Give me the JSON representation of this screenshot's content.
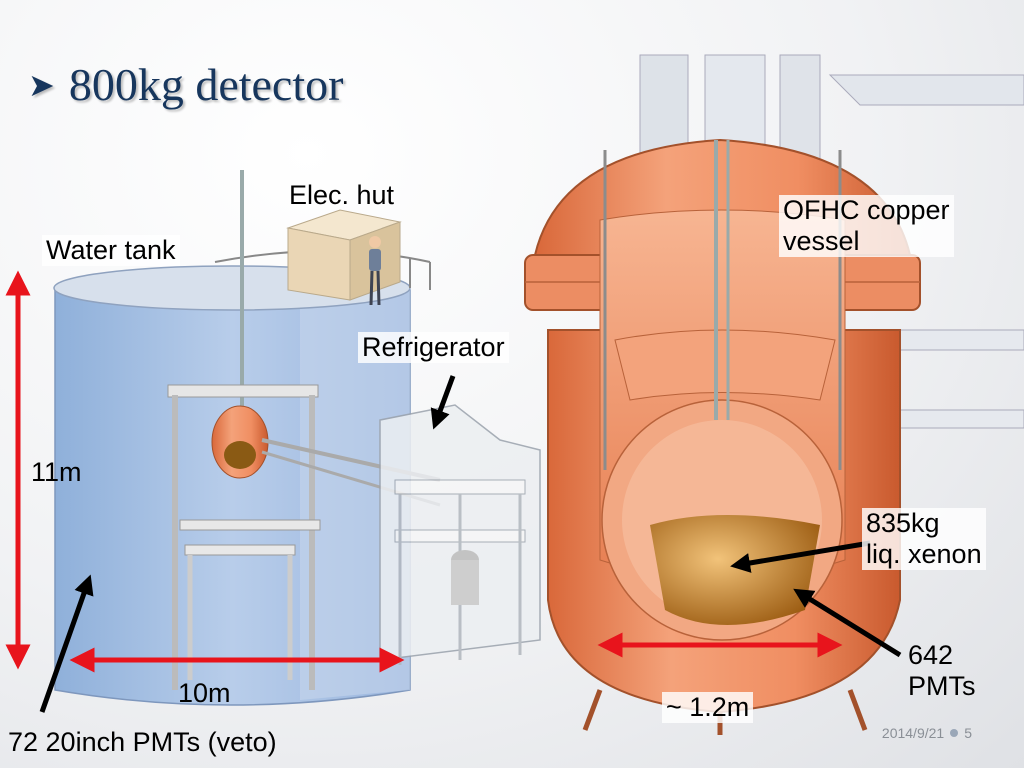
{
  "title": {
    "bullet_icon": "arrow-bullet-icon",
    "text": "800kg detector"
  },
  "labels": {
    "elec_hut": "Elec. hut",
    "water_tank": "Water tank",
    "refrigerator": "Refrigerator",
    "height": "11m",
    "width": "10m",
    "veto_pmts": "72  20inch PMTs (veto)",
    "vessel_line1": "OFHC copper",
    "vessel_line2": "vessel",
    "xenon_line1": "835kg",
    "xenon_line2": "liq. xenon",
    "pmts_line1": "642",
    "pmts_line2": "PMTs",
    "vessel_width": "~ 1.2m"
  },
  "footer": {
    "date": "2014/9/21",
    "page": "5"
  },
  "colors": {
    "title": "#17365d",
    "dimension_arrow": "#e8141c",
    "copper": "#e8865a",
    "water": "#a9c2e4"
  }
}
